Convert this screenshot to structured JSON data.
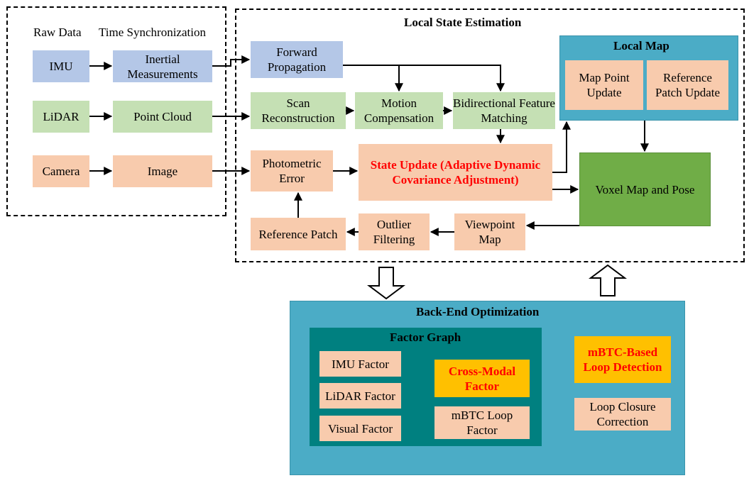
{
  "raw_section": {
    "raw_data_label": "Raw Data",
    "time_sync_label": "Time Synchronization"
  },
  "sensors": {
    "imu": "IMU",
    "lidar": "LiDAR",
    "camera": "Camera"
  },
  "sync": {
    "inertial": "Inertial Measurements",
    "point_cloud": "Point Cloud",
    "image": "Image"
  },
  "local": {
    "title": "Local State Estimation",
    "forward_propagation": "Forward Propagation",
    "scan_reconstruction": "Scan Reconstruction",
    "motion_compensation": "Motion Compensation",
    "bidirectional": "Bidirectional Feature Matching",
    "photometric_error": "Photometric Error",
    "state_update": "State Update (Adaptive Dynamic Covariance Adjustment)",
    "reference_patch": "Reference Patch",
    "outlier_filtering": "Outlier Filtering",
    "viewpoint_map": "Viewpoint Map",
    "voxel_map": "Voxel Map and Pose"
  },
  "local_map": {
    "title": "Local Map",
    "map_point_update": "Map Point Update",
    "reference_patch_update": "Reference Patch Update"
  },
  "backend": {
    "title": "Back-End Optimization",
    "factor_graph_title": "Factor Graph",
    "imu_factor": "IMU Factor",
    "lidar_factor": "LiDAR Factor",
    "visual_factor": "Visual Factor",
    "cross_modal": "Cross-Modal Factor",
    "mbtc_loop_factor": "mBTC Loop Factor",
    "mbtc_loop_detection": "mBTC-Based Loop Detection",
    "loop_closure": "Loop Closure Correction"
  },
  "colors": {
    "sensor_blue": "#b4c7e7",
    "sensor_green": "#c5e0b4",
    "sensor_peach": "#f8cbad",
    "panel_cyan": "#4bacc6",
    "factor_teal": "#008080",
    "highlight_orange": "#ffc000",
    "voxel_green": "#70ad47",
    "emphasis_red": "#ff0000"
  }
}
